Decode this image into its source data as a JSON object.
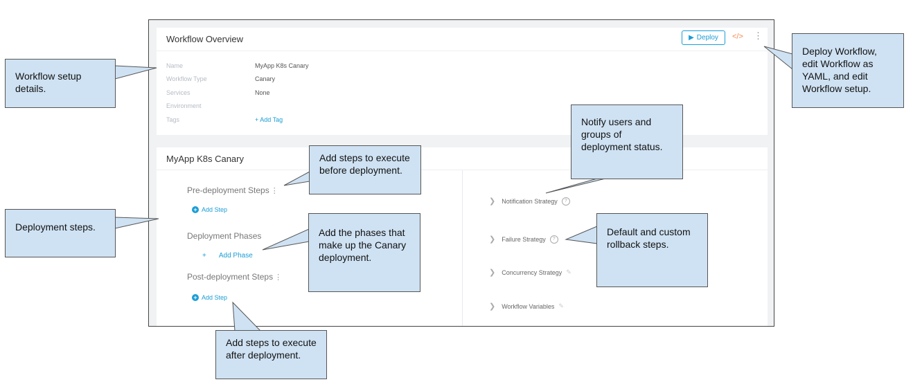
{
  "overview": {
    "title": "Workflow Overview",
    "deploy_label": "Deploy",
    "fields": [
      {
        "label": "Name",
        "value": "MyApp K8s Canary"
      },
      {
        "label": "Workflow Type",
        "value": "Canary"
      },
      {
        "label": "Services",
        "value": "None"
      },
      {
        "label": "Environment",
        "value": ""
      },
      {
        "label": "Tags",
        "value": "+ Add Tag"
      }
    ]
  },
  "workflow": {
    "title": "MyApp K8s Canary",
    "pre_title": "Pre-deployment Steps",
    "pre_add": "Add Step",
    "phases_title": "Deployment Phases",
    "phases_add": "Add Phase",
    "post_title": "Post-deployment Steps",
    "post_add": "Add Step",
    "strategies": [
      "Notification Strategy",
      "Failure Strategy",
      "Concurrency Strategy",
      "Workflow Variables"
    ]
  },
  "callouts": {
    "setup": "Workflow setup details.",
    "deploy": "Deploy Workflow, edit Workflow as YAML, and edit Workflow setup.",
    "notify": "Notify users and groups of deployment status.",
    "steps": "Deployment steps.",
    "before": "Add steps to execute before deployment.",
    "phases": "Add the phases that make up the Canary deployment.",
    "rollback": "Default and custom rollback steps.",
    "after": "Add steps to execute after deployment."
  },
  "colors": {
    "accent": "#1a9dd6",
    "callout_fill": "#cfe2f3",
    "code_icon": "#f5884a"
  }
}
